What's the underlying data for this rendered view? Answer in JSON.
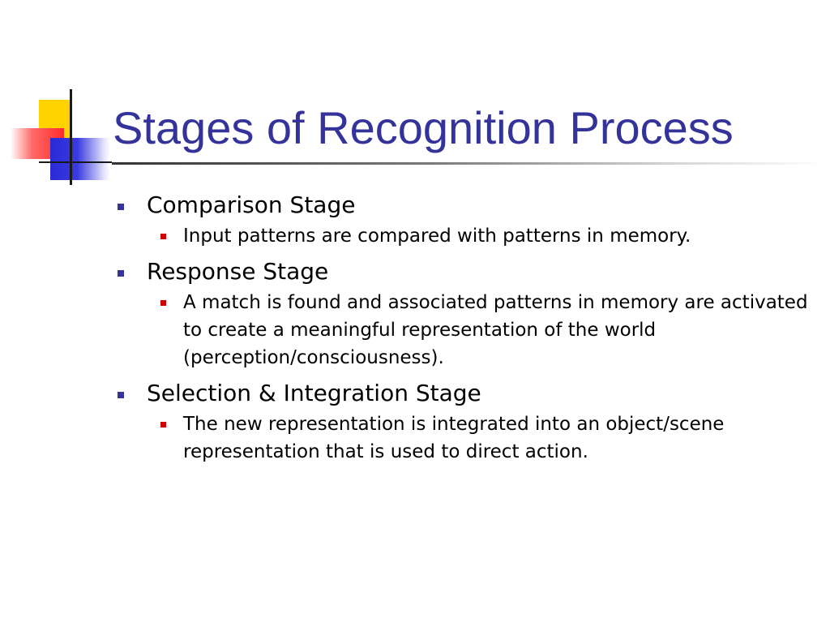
{
  "slide": {
    "title": "Stages of Recognition Process",
    "colors": {
      "title": "#333399",
      "level1_bullet": "#333399",
      "level2_bullet": "#cc0000",
      "accent_yellow": "#ffd200",
      "accent_red": "#ff2a2a",
      "accent_blue": "#2a2ad6"
    },
    "bullets": [
      {
        "text": "Comparison Stage",
        "sub": [
          "Input patterns are compared with patterns in memory."
        ]
      },
      {
        "text": "Response Stage",
        "sub": [
          "A match is found and associated patterns in memory are activated to create a meaningful representation of the world (perception/consciousness)."
        ]
      },
      {
        "text": "Selection & Integration Stage",
        "sub": [
          "The new representation is integrated into an object/scene representation that is used to direct action."
        ]
      }
    ]
  }
}
